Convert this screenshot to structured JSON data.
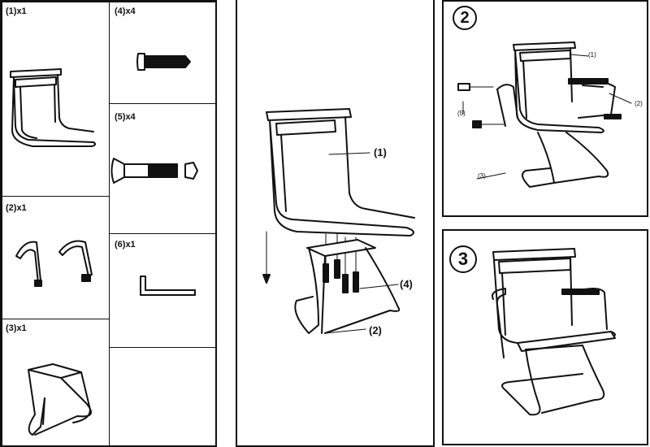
{
  "parts": {
    "seat": {
      "label": "(1)x1",
      "icon": "seat-back-part-icon"
    },
    "armrests": {
      "label": "(2)x1",
      "icon": "armrest-part-icon"
    },
    "base": {
      "label": "(3)x1",
      "icon": "sled-base-part-icon"
    },
    "short_screw": {
      "label": "(4)x4",
      "icon": "short-screw-icon"
    },
    "long_bolt": {
      "label": "(5)x4",
      "icon": "long-bolt-icon"
    },
    "allen_key": {
      "label": "(6)x1",
      "icon": "allen-key-icon"
    }
  },
  "step1": {
    "callout_seat": "(1)",
    "callout_screws": "(4)",
    "callout_base": "(2)"
  },
  "step2": {
    "number": "2",
    "callout_seat": "(1)",
    "callout_armrest": "(2)",
    "callout_base": "(3)",
    "callout_bolt": "(5)"
  },
  "step3": {
    "number": "3"
  }
}
